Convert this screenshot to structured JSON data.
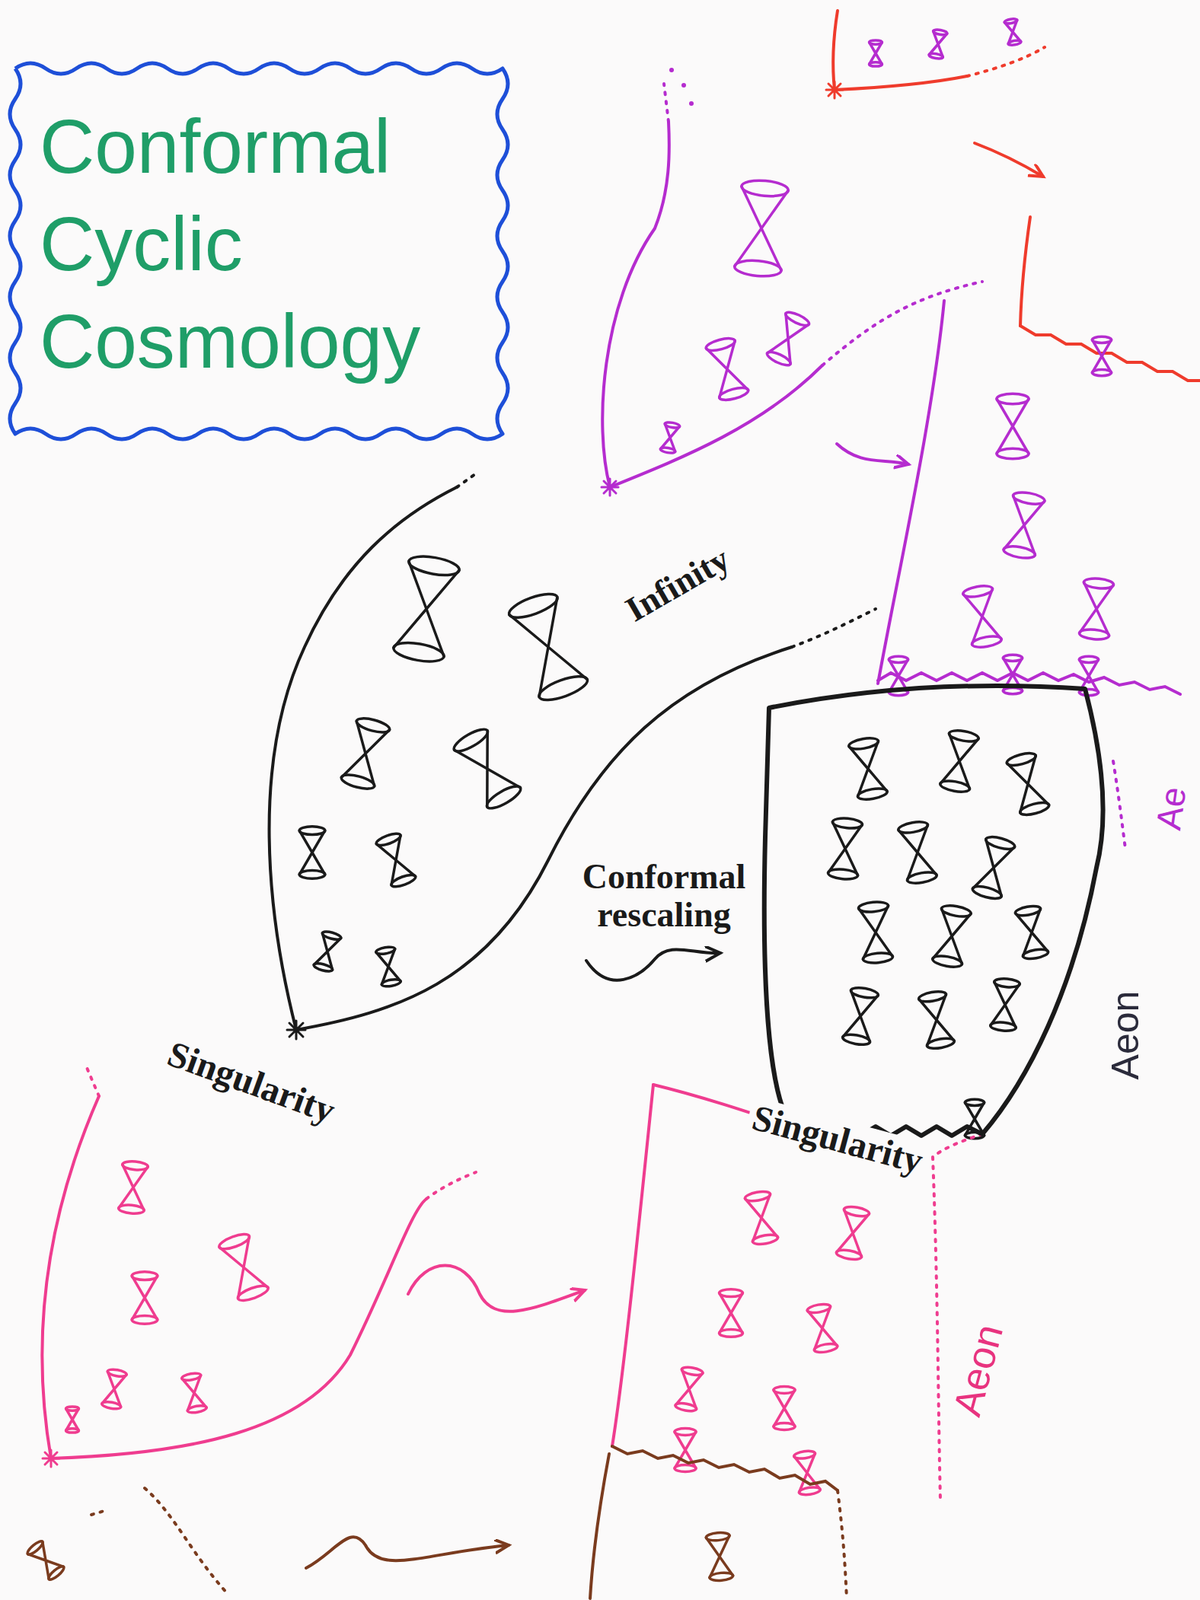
{
  "diagram": {
    "title": "Conformal Cyclic Cosmology",
    "nodes": [
      {
        "text": [
          "Singularity"
        ]
      },
      {
        "text": [
          "Singularity",
          "Aeon"
        ]
      }
    ],
    "edges": [
      {
        "from": 0,
        "to": 1,
        "label": "Conformal rescaling",
        "arrow": "to"
      }
    ],
    "labels": [
      "Infinity",
      "Aeon",
      "Ae"
    ]
  }
}
